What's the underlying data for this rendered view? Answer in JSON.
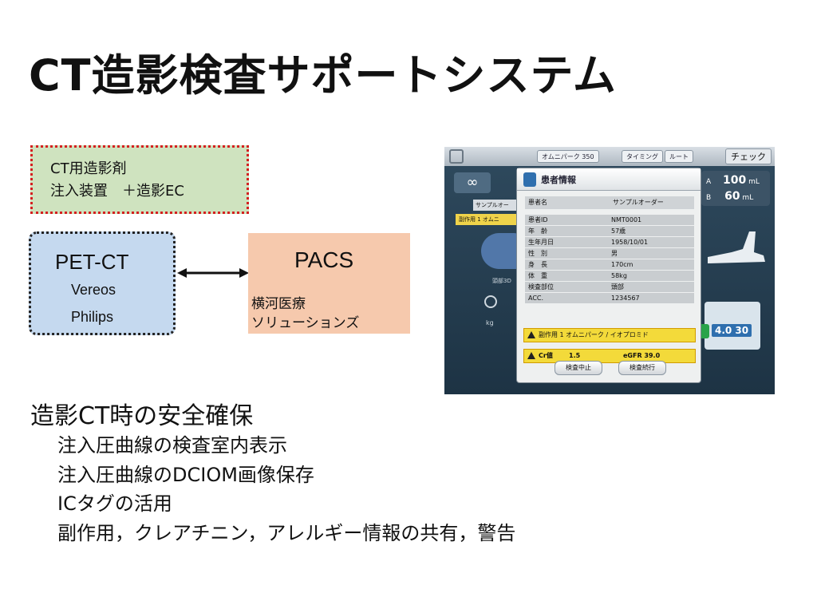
{
  "title": "CT造影検査サポートシステム",
  "injector_box": {
    "line1": "CT用造影剤",
    "line2": "注入装置　＋造影EC"
  },
  "petct_box": {
    "name": "PET-CT",
    "model": "Vereos",
    "vendor": "Philips"
  },
  "pacs_box": {
    "name": "PACS",
    "line1": "横河医療",
    "line2": "ソリューションズ"
  },
  "device": {
    "product": "オムニパーク 350",
    "tab_timing": "タイミング",
    "tab_route": "ルート",
    "check_button": "チェック",
    "infinity": "∞",
    "sample_order": "サンプルオー",
    "warning_strip": "副作用 1 オムニ",
    "head_label": "頭部3D",
    "kg_label": "kg",
    "channel_a": {
      "label": "A",
      "value": "100",
      "unit": "mL"
    },
    "channel_b": {
      "label": "B",
      "value": "60",
      "unit": "mL"
    },
    "readout": "4.0 30",
    "panel_title": "患者情報",
    "patient_name_label": "患者名",
    "patient_name_value": "サンプルオーダー",
    "rows": [
      {
        "k": "患者ID",
        "v": "NMT0001"
      },
      {
        "k": "年　齢",
        "v": "57歳"
      },
      {
        "k": "生年月日",
        "v": "1958/10/01"
      },
      {
        "k": "性　別",
        "v": "男"
      },
      {
        "k": "身　長",
        "v": "170cm"
      },
      {
        "k": "体　重",
        "v": "58kg"
      },
      {
        "k": "検査部位",
        "v": "頭部"
      },
      {
        "k": "ACC.",
        "v": "1234567"
      }
    ],
    "alert_side_effect": "副作用 1 オムニパーク / イオプロミド",
    "alert_cr_label": "Cr値",
    "alert_cr_value": "1.5",
    "alert_egfr": "eGFR 39.0",
    "btn_stop": "検査中止",
    "btn_continue": "検査続行"
  },
  "safety_heading": "造影CT時の安全確保",
  "bullets": [
    "注入圧曲線の検査室内表示",
    "注入圧曲線のDCIOM画像保存",
    "ICタグの活用",
    "副作用，クレアチニン，アレルギー情報の共有，警告"
  ]
}
